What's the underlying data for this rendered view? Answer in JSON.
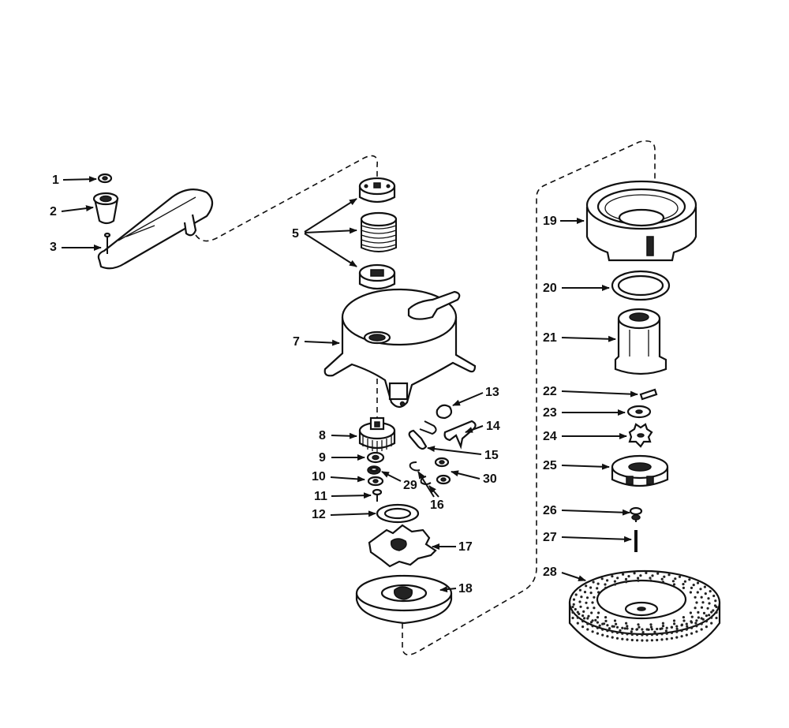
{
  "diagram": {
    "labels": {
      "l1": "1",
      "l2": "2",
      "l3": "3",
      "l5": "5",
      "l7": "7",
      "l8": "8",
      "l9": "9",
      "l10": "10",
      "l11": "11",
      "l12": "12",
      "l13": "13",
      "l14": "14",
      "l15": "15",
      "l16": "16",
      "l17": "17",
      "l18": "18",
      "l19": "19",
      "l20": "20",
      "l21": "21",
      "l22": "22",
      "l23": "23",
      "l24": "24",
      "l25": "25",
      "l26": "26",
      "l27": "27",
      "l28": "28",
      "l29": "29",
      "l30": "30"
    }
  }
}
